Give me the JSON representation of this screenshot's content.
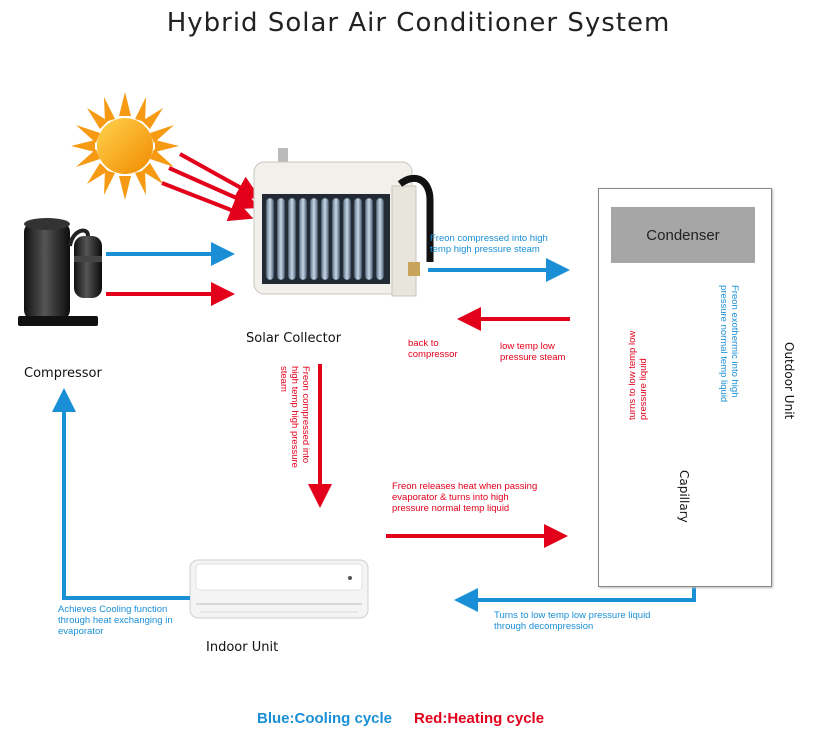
{
  "title": "Hybrid Solar Air Conditioner System",
  "labels": {
    "solar_collector": "Solar Collector",
    "compressor": "Compressor",
    "indoor_unit": "Indoor Unit",
    "outdoor_unit": "Outdoor Unit",
    "condenser": "Condenser",
    "capillary": "Capillary"
  },
  "annotations": {
    "freon_compressed_right": "Freon compressed into high temp high pressure steam",
    "back_to_compressor": "back to compressor",
    "low_temp_low_pressure_steam": "low temp low pressure steam",
    "freon_compressed_down": "Freon compressed into high temp high pressure steam",
    "freon_releases_heat": "Freon releases heat when passing evaporator & turns into high pressure normal temp liquid",
    "turns_to_low_temp_liquid": "turns to low temp low pressure liquid",
    "freon_exothermic": "Freon exothermic into high pressure normal temp liquid",
    "turns_low_temp_decompression": "Turns to low temp low pressure liquid through decompression",
    "achieves_cooling": "Achieves Cooling function through heat exchanging in evaporator"
  },
  "legend": {
    "blue": "Blue:Cooling cycle",
    "red": "Red:Heating cycle"
  },
  "colors": {
    "blue": "#1a8fd6",
    "red": "#e3001b",
    "condenser_fill": "#a6a6a6",
    "sun": "#f7a21b"
  }
}
